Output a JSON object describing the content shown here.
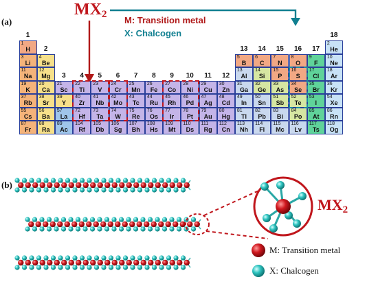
{
  "panel_a_label": "(a)",
  "panel_b_label": "(b)",
  "formula": {
    "main": "MX",
    "sub": "2"
  },
  "legend_top": {
    "metal": "M: Transition metal",
    "chalcogen": "X: Chalcogen"
  },
  "legend_bottom": {
    "metal": "M: Transition metal",
    "chalcogen": "X: Chalcogen"
  },
  "zoom_formula": {
    "main": "MX",
    "sub": "2"
  },
  "colors": {
    "alkali": "#f4b37a",
    "alkaline": "#f6e08a",
    "transition": "#c4b4e8",
    "post_transition": "#c9d8ee",
    "nonmetal": "#f2a884",
    "metalloid": "#d6e6a2",
    "halogen": "#5fd39a",
    "noble": "#c8e2f6",
    "lanthanide": "#9fc5ea",
    "actinide": "#9fc5ea",
    "highlight_border": "#c0161c",
    "chalcogen_box": "#1a8aa0",
    "metal_atom": "#c0161c",
    "chalcogen_atom": "#2ec4c0"
  },
  "group_numbers": [
    {
      "label": "1",
      "col": 1,
      "row": 0
    },
    {
      "label": "2",
      "col": 2,
      "row": 1
    },
    {
      "label": "3",
      "col": 3,
      "row": 3
    },
    {
      "label": "4",
      "col": 4,
      "row": 3
    },
    {
      "label": "5",
      "col": 5,
      "row": 3
    },
    {
      "label": "6",
      "col": 6,
      "row": 3
    },
    {
      "label": "7",
      "col": 7,
      "row": 3
    },
    {
      "label": "8",
      "col": 8,
      "row": 3
    },
    {
      "label": "9",
      "col": 9,
      "row": 3
    },
    {
      "label": "10",
      "col": 10,
      "row": 3
    },
    {
      "label": "11",
      "col": 11,
      "row": 3
    },
    {
      "label": "12",
      "col": 12,
      "row": 3
    },
    {
      "label": "13",
      "col": 13,
      "row": 1
    },
    {
      "label": "14",
      "col": 14,
      "row": 1
    },
    {
      "label": "15",
      "col": 15,
      "row": 1
    },
    {
      "label": "16",
      "col": 16,
      "row": 1
    },
    {
      "label": "17",
      "col": 17,
      "row": 1
    },
    {
      "label": "18",
      "col": 18,
      "row": 0
    }
  ],
  "elements": [
    {
      "n": "1",
      "s": "H",
      "col": 1,
      "row": 1,
      "cat": "nonmetal"
    },
    {
      "n": "2",
      "s": "He",
      "col": 18,
      "row": 1,
      "cat": "noble"
    },
    {
      "n": "3",
      "s": "Li",
      "col": 1,
      "row": 2,
      "cat": "alkali"
    },
    {
      "n": "4",
      "s": "Be",
      "col": 2,
      "row": 2,
      "cat": "alkaline"
    },
    {
      "n": "5",
      "s": "B",
      "col": 13,
      "row": 2,
      "cat": "nonmetal"
    },
    {
      "n": "6",
      "s": "C",
      "col": 14,
      "row": 2,
      "cat": "nonmetal"
    },
    {
      "n": "7",
      "s": "N",
      "col": 15,
      "row": 2,
      "cat": "nonmetal"
    },
    {
      "n": "8",
      "s": "O",
      "col": 16,
      "row": 2,
      "cat": "nonmetal"
    },
    {
      "n": "9",
      "s": "F",
      "col": 17,
      "row": 2,
      "cat": "halogen"
    },
    {
      "n": "10",
      "s": "Ne",
      "col": 18,
      "row": 2,
      "cat": "noble"
    },
    {
      "n": "11",
      "s": "Na",
      "col": 1,
      "row": 3,
      "cat": "alkali"
    },
    {
      "n": "12",
      "s": "Mg",
      "col": 2,
      "row": 3,
      "cat": "alkaline"
    },
    {
      "n": "13",
      "s": "Al",
      "col": 13,
      "row": 3,
      "cat": "post_transition"
    },
    {
      "n": "14",
      "s": "Si",
      "col": 14,
      "row": 3,
      "cat": "metalloid"
    },
    {
      "n": "15",
      "s": "P",
      "col": 15,
      "row": 3,
      "cat": "nonmetal"
    },
    {
      "n": "16",
      "s": "S",
      "col": 16,
      "row": 3,
      "cat": "nonmetal"
    },
    {
      "n": "17",
      "s": "Cl",
      "col": 17,
      "row": 3,
      "cat": "halogen"
    },
    {
      "n": "18",
      "s": "Ar",
      "col": 18,
      "row": 3,
      "cat": "noble"
    },
    {
      "n": "19",
      "s": "K",
      "col": 1,
      "row": 4,
      "cat": "alkali"
    },
    {
      "n": "20",
      "s": "Ca",
      "col": 2,
      "row": 4,
      "cat": "alkaline"
    },
    {
      "n": "21",
      "s": "Sc",
      "col": 3,
      "row": 4,
      "cat": "transition"
    },
    {
      "n": "22",
      "s": "Ti",
      "col": 4,
      "row": 4,
      "cat": "transition"
    },
    {
      "n": "23",
      "s": "V",
      "col": 5,
      "row": 4,
      "cat": "transition"
    },
    {
      "n": "24",
      "s": "Cr",
      "col": 6,
      "row": 4,
      "cat": "transition"
    },
    {
      "n": "25",
      "s": "Mn",
      "col": 7,
      "row": 4,
      "cat": "transition"
    },
    {
      "n": "26",
      "s": "Fe",
      "col": 8,
      "row": 4,
      "cat": "transition"
    },
    {
      "n": "27",
      "s": "Co",
      "col": 9,
      "row": 4,
      "cat": "transition"
    },
    {
      "n": "28",
      "s": "Ni",
      "col": 10,
      "row": 4,
      "cat": "transition"
    },
    {
      "n": "29",
      "s": "Cu",
      "col": 11,
      "row": 4,
      "cat": "transition"
    },
    {
      "n": "30",
      "s": "Zn",
      "col": 12,
      "row": 4,
      "cat": "transition"
    },
    {
      "n": "31",
      "s": "Ga",
      "col": 13,
      "row": 4,
      "cat": "post_transition"
    },
    {
      "n": "32",
      "s": "Ge",
      "col": 14,
      "row": 4,
      "cat": "metalloid"
    },
    {
      "n": "33",
      "s": "As",
      "col": 15,
      "row": 4,
      "cat": "metalloid"
    },
    {
      "n": "34",
      "s": "Se",
      "col": 16,
      "row": 4,
      "cat": "nonmetal"
    },
    {
      "n": "35",
      "s": "Br",
      "col": 17,
      "row": 4,
      "cat": "halogen"
    },
    {
      "n": "36",
      "s": "Kr",
      "col": 18,
      "row": 4,
      "cat": "noble"
    },
    {
      "n": "37",
      "s": "Rb",
      "col": 1,
      "row": 5,
      "cat": "alkali"
    },
    {
      "n": "38",
      "s": "Sr",
      "col": 2,
      "row": 5,
      "cat": "alkaline"
    },
    {
      "n": "39",
      "s": "Y",
      "col": 3,
      "row": 5,
      "cat": "alkaline"
    },
    {
      "n": "40",
      "s": "Zr",
      "col": 4,
      "row": 5,
      "cat": "transition"
    },
    {
      "n": "41",
      "s": "Nb",
      "col": 5,
      "row": 5,
      "cat": "transition"
    },
    {
      "n": "42",
      "s": "Mo",
      "col": 6,
      "row": 5,
      "cat": "transition"
    },
    {
      "n": "43",
      "s": "Tc",
      "col": 7,
      "row": 5,
      "cat": "transition"
    },
    {
      "n": "44",
      "s": "Ru",
      "col": 8,
      "row": 5,
      "cat": "transition"
    },
    {
      "n": "45",
      "s": "Rh",
      "col": 9,
      "row": 5,
      "cat": "transition"
    },
    {
      "n": "46",
      "s": "Pd",
      "col": 10,
      "row": 5,
      "cat": "transition"
    },
    {
      "n": "47",
      "s": "Ag",
      "col": 11,
      "row": 5,
      "cat": "transition"
    },
    {
      "n": "48",
      "s": "Cd",
      "col": 12,
      "row": 5,
      "cat": "transition"
    },
    {
      "n": "49",
      "s": "In",
      "col": 13,
      "row": 5,
      "cat": "post_transition"
    },
    {
      "n": "50",
      "s": "Sn",
      "col": 14,
      "row": 5,
      "cat": "post_transition"
    },
    {
      "n": "51",
      "s": "Sb",
      "col": 15,
      "row": 5,
      "cat": "metalloid"
    },
    {
      "n": "52",
      "s": "Te",
      "col": 16,
      "row": 5,
      "cat": "metalloid"
    },
    {
      "n": "53",
      "s": "I",
      "col": 17,
      "row": 5,
      "cat": "halogen"
    },
    {
      "n": "54",
      "s": "Xe",
      "col": 18,
      "row": 5,
      "cat": "noble"
    },
    {
      "n": "55",
      "s": "Cs",
      "col": 1,
      "row": 6,
      "cat": "alkali"
    },
    {
      "n": "56",
      "s": "Ba",
      "col": 2,
      "row": 6,
      "cat": "alkaline"
    },
    {
      "n": "57",
      "s": "La",
      "col": 3,
      "row": 6,
      "cat": "lanthanide"
    },
    {
      "n": "72",
      "s": "Hf",
      "col": 4,
      "row": 6,
      "cat": "transition"
    },
    {
      "n": "73",
      "s": "Ta",
      "col": 5,
      "row": 6,
      "cat": "transition"
    },
    {
      "n": "74",
      "s": "W",
      "col": 6,
      "row": 6,
      "cat": "transition"
    },
    {
      "n": "75",
      "s": "Re",
      "col": 7,
      "row": 6,
      "cat": "transition"
    },
    {
      "n": "76",
      "s": "Os",
      "col": 8,
      "row": 6,
      "cat": "transition"
    },
    {
      "n": "77",
      "s": "Ir",
      "col": 9,
      "row": 6,
      "cat": "transition"
    },
    {
      "n": "78",
      "s": "Pt",
      "col": 10,
      "row": 6,
      "cat": "transition"
    },
    {
      "n": "79",
      "s": "Au",
      "col": 11,
      "row": 6,
      "cat": "transition"
    },
    {
      "n": "80",
      "s": "Hg",
      "col": 12,
      "row": 6,
      "cat": "transition"
    },
    {
      "n": "81",
      "s": "Tl",
      "col": 13,
      "row": 6,
      "cat": "post_transition"
    },
    {
      "n": "82",
      "s": "Pb",
      "col": 14,
      "row": 6,
      "cat": "post_transition"
    },
    {
      "n": "83",
      "s": "Bi",
      "col": 15,
      "row": 6,
      "cat": "post_transition"
    },
    {
      "n": "84",
      "s": "Po",
      "col": 16,
      "row": 6,
      "cat": "metalloid"
    },
    {
      "n": "85",
      "s": "At",
      "col": 17,
      "row": 6,
      "cat": "halogen"
    },
    {
      "n": "86",
      "s": "Rn",
      "col": 18,
      "row": 6,
      "cat": "noble"
    },
    {
      "n": "87",
      "s": "Fr",
      "col": 1,
      "row": 7,
      "cat": "alkali"
    },
    {
      "n": "88",
      "s": "Ra",
      "col": 2,
      "row": 7,
      "cat": "alkaline"
    },
    {
      "n": "89",
      "s": "Ac",
      "col": 3,
      "row": 7,
      "cat": "actinide"
    },
    {
      "n": "104",
      "s": "Rf",
      "col": 4,
      "row": 7,
      "cat": "transition"
    },
    {
      "n": "105",
      "s": "Db",
      "col": 5,
      "row": 7,
      "cat": "transition"
    },
    {
      "n": "106",
      "s": "Sg",
      "col": 6,
      "row": 7,
      "cat": "transition"
    },
    {
      "n": "107",
      "s": "Bh",
      "col": 7,
      "row": 7,
      "cat": "transition"
    },
    {
      "n": "108",
      "s": "Hs",
      "col": 8,
      "row": 7,
      "cat": "transition"
    },
    {
      "n": "109",
      "s": "Mt",
      "col": 9,
      "row": 7,
      "cat": "transition"
    },
    {
      "n": "110",
      "s": "Ds",
      "col": 10,
      "row": 7,
      "cat": "transition"
    },
    {
      "n": "111",
      "s": "Rg",
      "col": 11,
      "row": 7,
      "cat": "transition"
    },
    {
      "n": "112",
      "s": "Cn",
      "col": 12,
      "row": 7,
      "cat": "transition"
    },
    {
      "n": "113",
      "s": "Nh",
      "col": 13,
      "row": 7,
      "cat": "post_transition"
    },
    {
      "n": "114",
      "s": "Fl",
      "col": 14,
      "row": 7,
      "cat": "post_transition"
    },
    {
      "n": "115",
      "s": "Mc",
      "col": 15,
      "row": 7,
      "cat": "post_transition"
    },
    {
      "n": "116",
      "s": "Lv",
      "col": 16,
      "row": 7,
      "cat": "post_transition"
    },
    {
      "n": "117",
      "s": "Ts",
      "col": 17,
      "row": 7,
      "cat": "halogen"
    },
    {
      "n": "118",
      "s": "Og",
      "col": 18,
      "row": 7,
      "cat": "noble"
    }
  ],
  "highlight_groups": [
    {
      "col_start": 4,
      "col_end": 5,
      "row_start": 4,
      "row_end": 6
    },
    {
      "col_start": 6,
      "col_end": 6,
      "row_start": 4,
      "row_end": 6
    },
    {
      "col_start": 9,
      "col_end": 10,
      "row_start": 4,
      "row_end": 6
    }
  ],
  "chalcogen_column": {
    "col": 16,
    "row_start": 3,
    "row_end": 5
  }
}
